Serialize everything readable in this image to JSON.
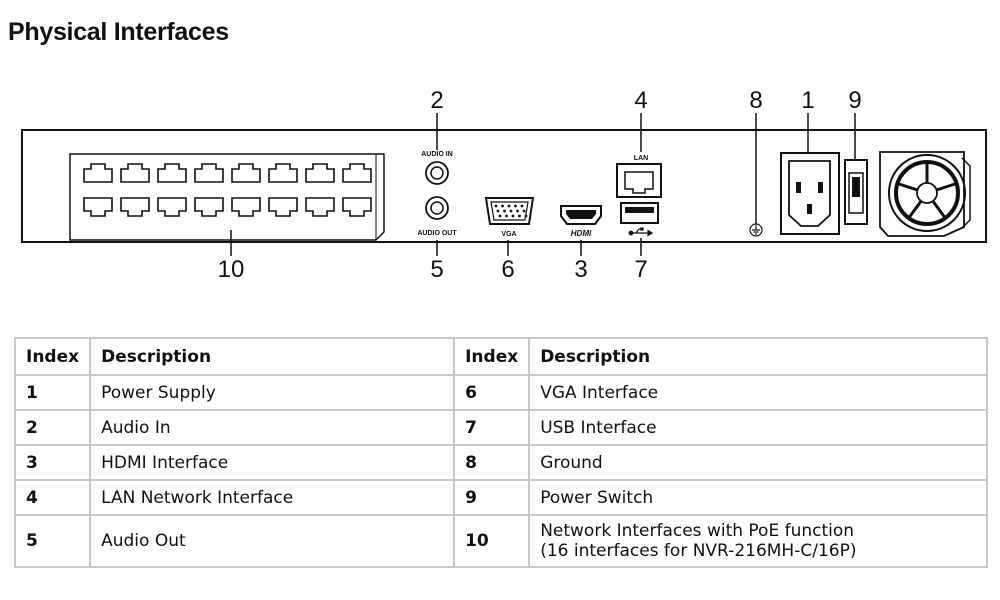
{
  "page": {
    "title": "Physical Interfaces"
  },
  "panel": {
    "port_labels": {
      "audio_in": "AUDIO IN",
      "audio_out": "AUDIO OUT",
      "vga": "VGA",
      "hdmi": "HDMI",
      "lan": "LAN"
    },
    "callouts": {
      "top": [
        "2",
        "4",
        "8",
        "1",
        "9"
      ],
      "bottom": [
        "10",
        "5",
        "6",
        "3",
        "7"
      ]
    }
  },
  "table": {
    "headers": [
      "Index",
      "Description",
      "Index",
      "Description"
    ],
    "rows": [
      {
        "idx_a": "1",
        "desc_a": "Power Supply",
        "idx_b": "6",
        "desc_b": "VGA Interface"
      },
      {
        "idx_a": "2",
        "desc_a": "Audio In",
        "idx_b": "7",
        "desc_b": "USB Interface"
      },
      {
        "idx_a": "3",
        "desc_a": "HDMI Interface",
        "idx_b": "8",
        "desc_b": "Ground"
      },
      {
        "idx_a": "4",
        "desc_a": "LAN Network Interface",
        "idx_b": "9",
        "desc_b": "Power Switch"
      },
      {
        "idx_a": "5",
        "desc_a": "Audio Out",
        "idx_b": "10",
        "desc_b": "Network Interfaces with PoE function",
        "desc_b_line2": "(16 interfaces for NVR-216MH-C/16P)"
      }
    ]
  }
}
